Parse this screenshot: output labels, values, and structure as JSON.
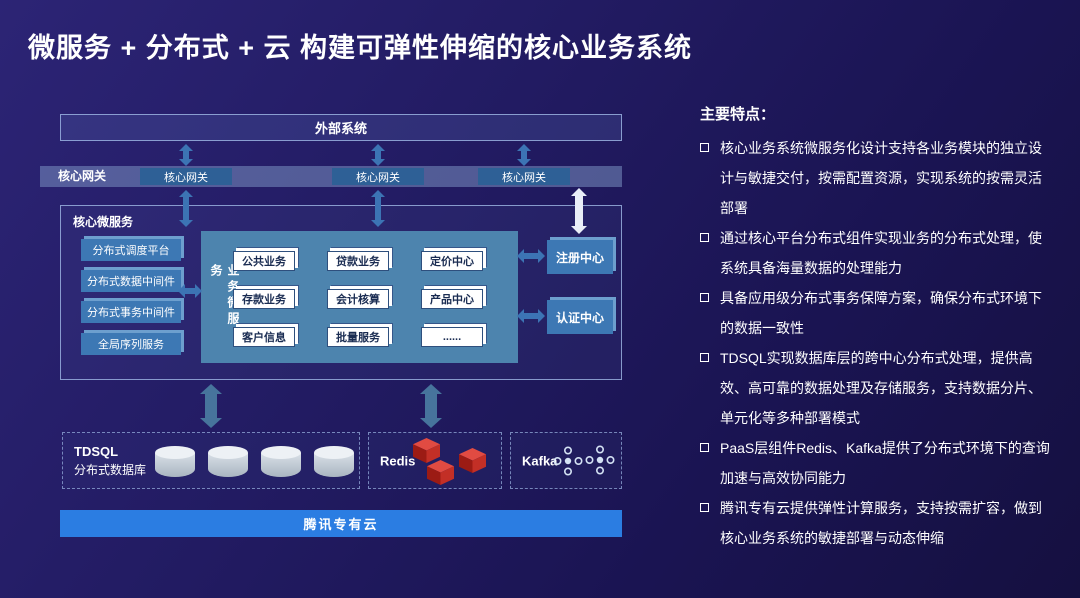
{
  "title": "微服务 + 分布式 + 云 构建可弹性伸缩的核心业务系统",
  "diagram": {
    "external_system": "外部系统",
    "gateway": {
      "band_label": "核心网关",
      "nodes": [
        "核心网关",
        "核心网关",
        "核心网关"
      ]
    },
    "core": {
      "label": "核心微服务",
      "middleware": [
        "分布式调度平台",
        "分布式数据中间件",
        "分布式事务中间件",
        "全局序列服务"
      ],
      "business": {
        "vertical_label": "业务微服务",
        "services": [
          "公共业务",
          "贷款业务",
          "定价中心",
          "存款业务",
          "会计核算",
          "产品中心",
          "客户信息",
          "批量服务",
          "......"
        ]
      },
      "registry_center": "注册中心",
      "auth_center": "认证中心"
    },
    "data_layer": {
      "tdsql": {
        "name": "TDSQL",
        "desc": "分布式数据库"
      },
      "redis": {
        "name": "Redis"
      },
      "kafka": {
        "name": "Kafka"
      }
    },
    "cloud_bar": "腾讯专有云"
  },
  "features": {
    "heading": "主要特点：",
    "items": [
      "核心业务系统微服务化设计支持各业务模块的独立设计与敏捷交付，按需配置资源，实现系统的按需灵活部署",
      "通过核心平台分布式组件实现业务的分布式处理，使系统具备海量数据的处理能力",
      "具备应用级分布式事务保障方案，确保分布式环境下的数据一致性",
      "TDSQL实现数据库层的跨中心分布式处理，提供高效、高可靠的数据处理及存储服务，支持数据分片、单元化等多种部署模式",
      "PaaS层组件Redis、Kafka提供了分布式环境下的查询加速与高效协同能力",
      "腾讯专有云提供弹性计算服务，支持按需扩容，做到核心业务系统的敏捷部署与动态伸缩"
    ]
  },
  "icons": {
    "database": "cylinder-stack",
    "redis": "red-cube-stack",
    "kafka": "node-cluster-dots",
    "bullet": "hollow-square"
  },
  "colors": {
    "background": "#221b63",
    "cloud_bar": "#2b7de2",
    "node_blue": "#3d78b4",
    "business_panel": "#4d84ae",
    "gateway_node": "#2e6096",
    "redis_red": "#c62f27",
    "arrow_blue": "#3c74b4",
    "arrow_steel": "#47749c"
  }
}
